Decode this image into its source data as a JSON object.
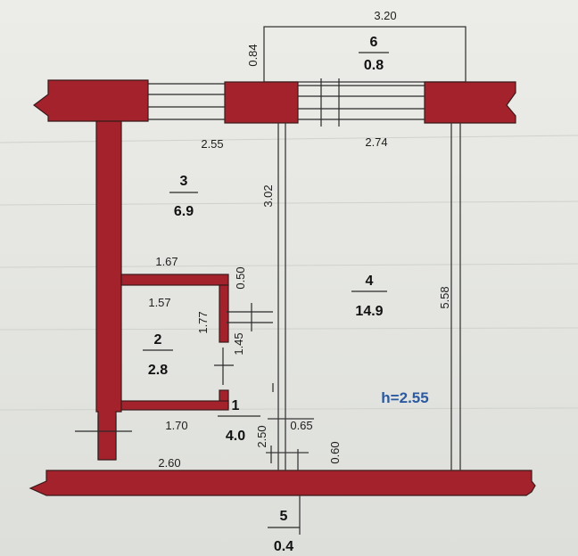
{
  "colors": {
    "wall": "#a3222c",
    "line": "#3a3a3a",
    "height_note": "#2c5aa0"
  },
  "rooms": [
    {
      "number": "6",
      "area": "0.8"
    },
    {
      "number": "3",
      "area": "6.9"
    },
    {
      "number": "4",
      "area": "14.9"
    },
    {
      "number": "2",
      "area": "2.8"
    },
    {
      "number": "1",
      "area": "4.0"
    },
    {
      "number": "5",
      "area": "0.4"
    }
  ],
  "dimensions": {
    "balcony_width": "3.20",
    "balcony_depth": "0.84",
    "room3_top": "2.55",
    "room4_top": "2.74",
    "room3_side": "3.02",
    "room4_side": "5.58",
    "bath_top_outer": "1.67",
    "bath_top_inner": "1.57",
    "bath_gap": "0.50",
    "bath_side": "1.77",
    "bath_door": "1.45",
    "hall_width": "1.70",
    "hall_side": "2.50",
    "closet_width": "0.65",
    "closet_depth": "0.60",
    "bottom_width": "2.60"
  },
  "height_note": "h=2.55"
}
